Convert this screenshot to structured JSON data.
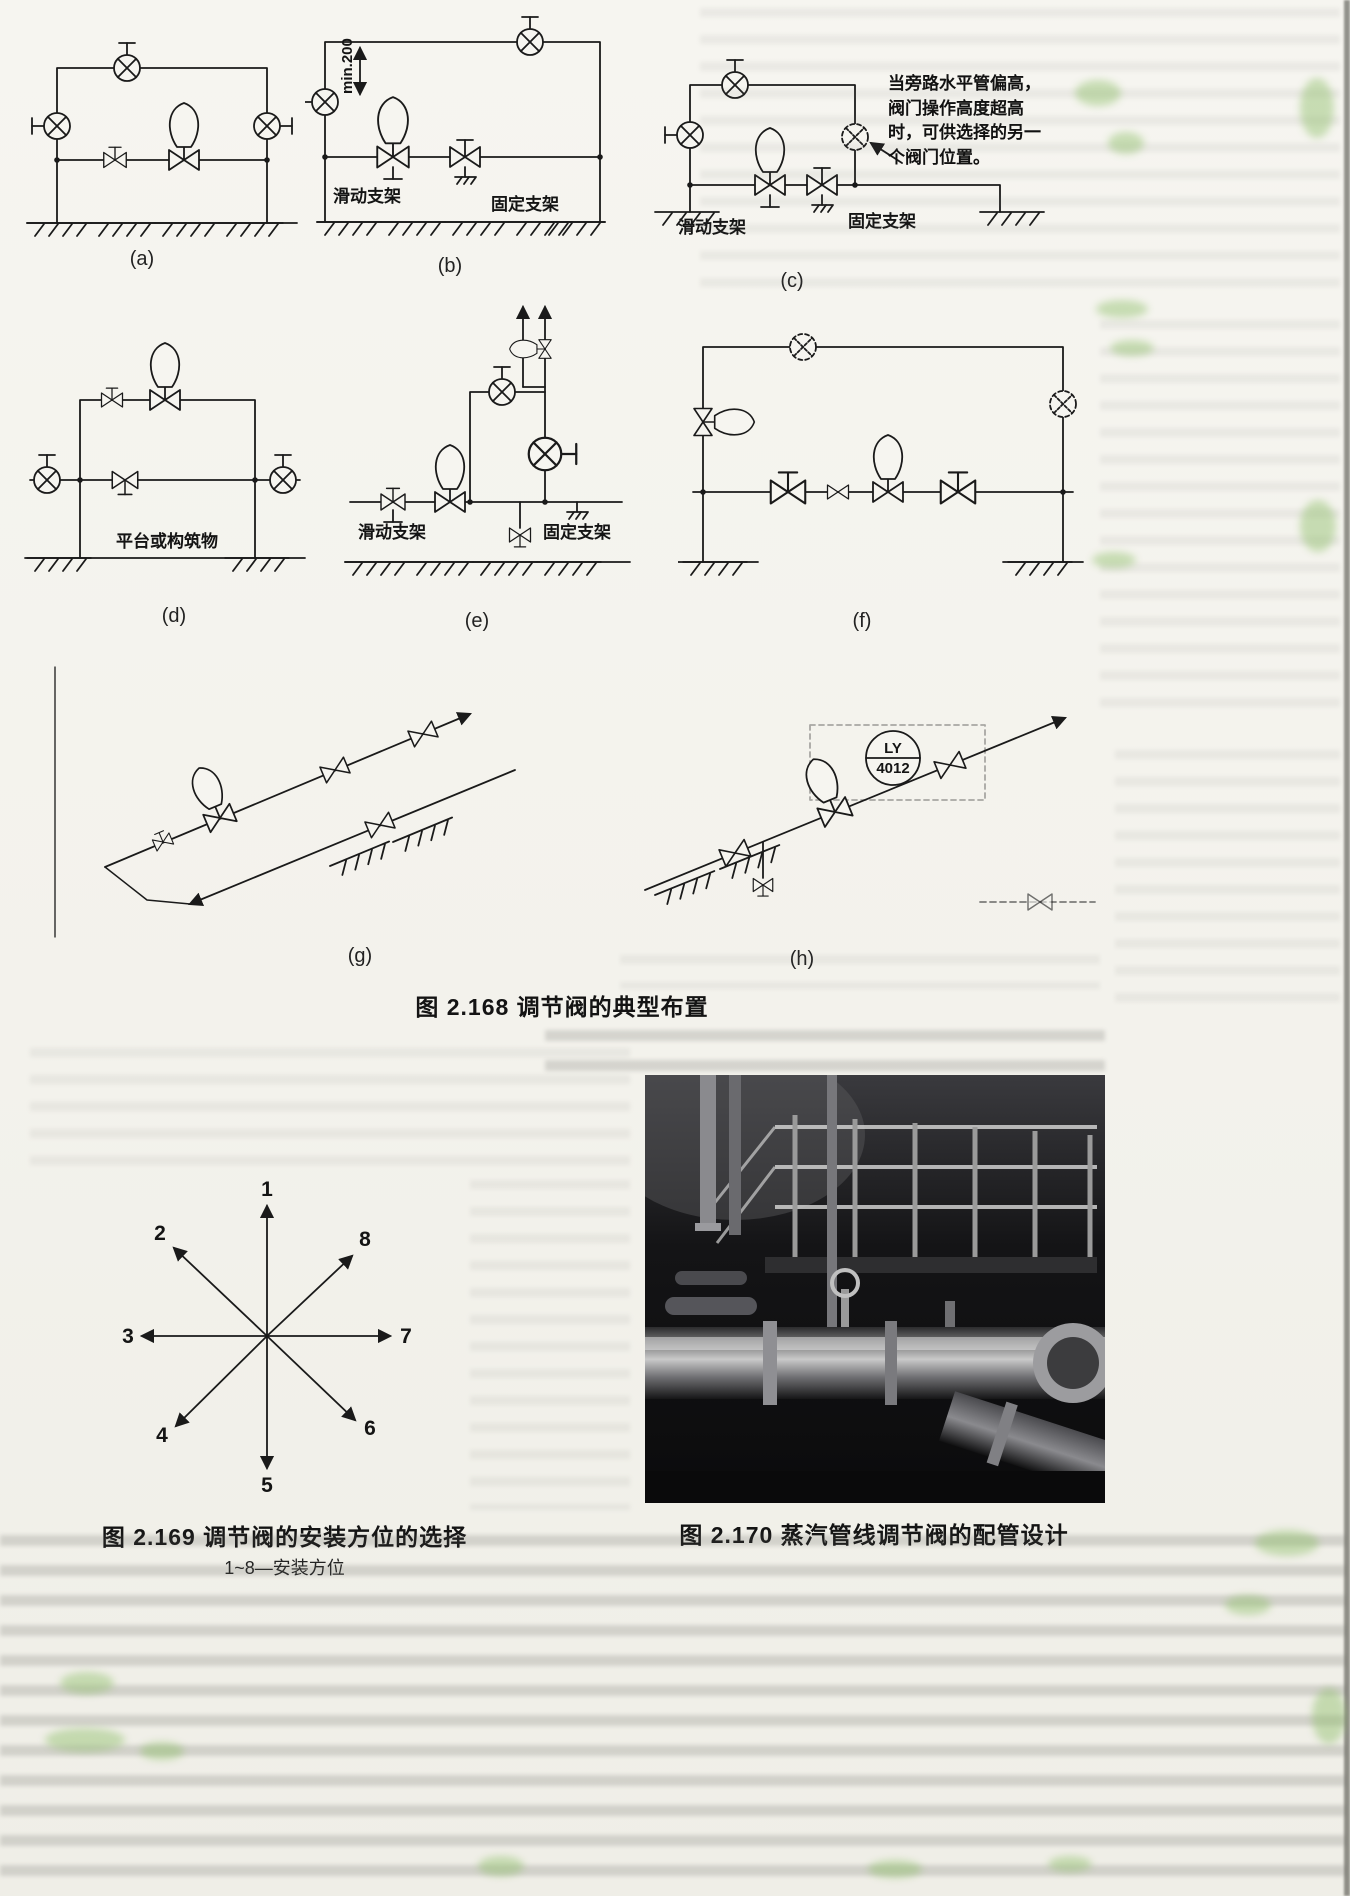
{
  "fig168": {
    "caption": "图 2.168  调节阀的典型布置",
    "labels": {
      "a": "(a)",
      "b": "(b)",
      "c": "(c)",
      "d": "(d)",
      "e": "(e)",
      "f": "(f)",
      "g": "(g)",
      "h": "(h)"
    },
    "b": {
      "dimension": "min.200",
      "sliding": "滑动支架",
      "fixed": "固定支架"
    },
    "c": {
      "sliding": "滑动支架",
      "fixed": "固定支架",
      "note": "当旁路水平管偏高，阀门操作高度超高时，可供选择的另一个阀门位置。"
    },
    "d": {
      "platform": "平台或构筑物"
    },
    "e": {
      "sliding": "滑动支架",
      "fixed": "固定支架"
    },
    "h": {
      "tag_line1": "LY",
      "tag_line2": "4012"
    }
  },
  "fig169": {
    "caption": "图 2.169  调节阀的安装方位的选择",
    "legend": "1~8—安装方位",
    "directions": [
      "1",
      "2",
      "3",
      "4",
      "5",
      "6",
      "7",
      "8"
    ]
  },
  "fig170": {
    "caption": "图 2.170  蒸汽管线调节阀的配管设计"
  }
}
